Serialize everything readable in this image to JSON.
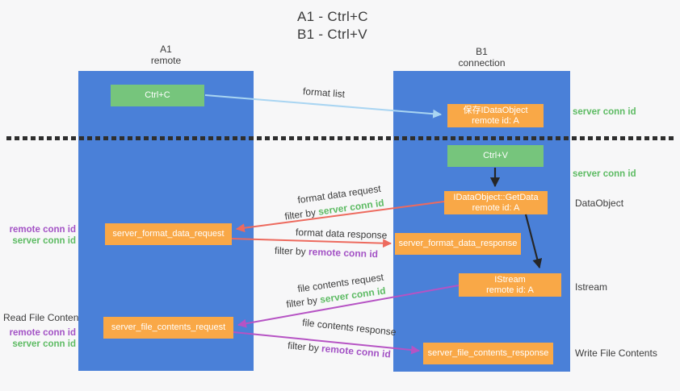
{
  "title": {
    "line1": "A1 - Ctrl+C",
    "line2": "B1 - Ctrl+V"
  },
  "columns": {
    "a1": {
      "name": "A1",
      "subtitle": "remote"
    },
    "b1": {
      "name": "B1",
      "subtitle": "connection"
    }
  },
  "nodes": {
    "ctrl_c": "Ctrl+C",
    "ctrl_v": "Ctrl+V",
    "save_idataobject": {
      "line1": "保存IDataObject",
      "line2": "remote id: A"
    },
    "getdata": {
      "line1": "IDataObject::GetData",
      "line2": "remote id: A"
    },
    "istream": {
      "line1": "IStream",
      "line2": "remote id: A"
    },
    "server_format_data_request": "server_format_data_request",
    "server_format_data_response": "server_format_data_response",
    "server_file_contents_request": "server_file_contents_request",
    "server_file_contents_response": "server_file_contents_response"
  },
  "flow_labels": {
    "format_list": "format list",
    "format_data_request": "format data request",
    "format_data_response": "format data response",
    "file_contents_request": "file contents request",
    "file_contents_response": "file contents response",
    "filter_by": "filter by ",
    "server_conn_id": "server conn id",
    "remote_conn_id": "remote conn id"
  },
  "side_labels": {
    "right": {
      "server_conn_id_top": "server conn id",
      "server_conn_id_mid": "server conn id",
      "dataobject": "DataObject",
      "istream": "Istream",
      "write_file_contents": "Write File Contents"
    },
    "left": {
      "remote_conn_id_1": "remote conn id",
      "server_conn_id_1": "server conn id",
      "read_file_contents": "Read File Contents",
      "remote_conn_id_2": "remote conn id",
      "server_conn_id_2": "server conn id"
    }
  },
  "colors": {
    "column_blue": "#4a80d8",
    "node_green": "#76c57c",
    "node_orange": "#f9a847",
    "arrow_lightblue": "#a9d5f2",
    "arrow_red": "#ed6a5e",
    "arrow_purple": "#b653c4",
    "arrow_black": "#262626",
    "text_green": "#5dbb63",
    "text_purple": "#a352c5",
    "background": "#f7f7f8"
  }
}
